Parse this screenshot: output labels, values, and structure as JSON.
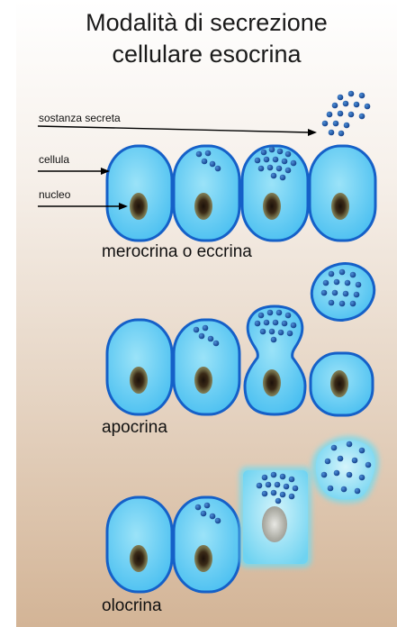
{
  "title": {
    "line1": "Modalità di secrezione",
    "line2": "cellulare esocrina"
  },
  "labels": {
    "secreted": "sostanza secreta",
    "cell": "cellula",
    "nucleus": "nucleo"
  },
  "sections": [
    {
      "id": "merocrine",
      "caption": "merocrina o eccrina"
    },
    {
      "id": "apocrine",
      "caption": "apocrina"
    },
    {
      "id": "holocrine",
      "caption": "olocrina"
    }
  ],
  "colors": {
    "cell_fill": "#55c8f2",
    "cell_fill_light": "#8ddcf5",
    "cell_stroke": "#1560c8",
    "granule": "#1f5fb0",
    "nucleus_outer": "#6b6a45",
    "nucleus_inner": "#2d1d12",
    "arrow": "#000000"
  }
}
